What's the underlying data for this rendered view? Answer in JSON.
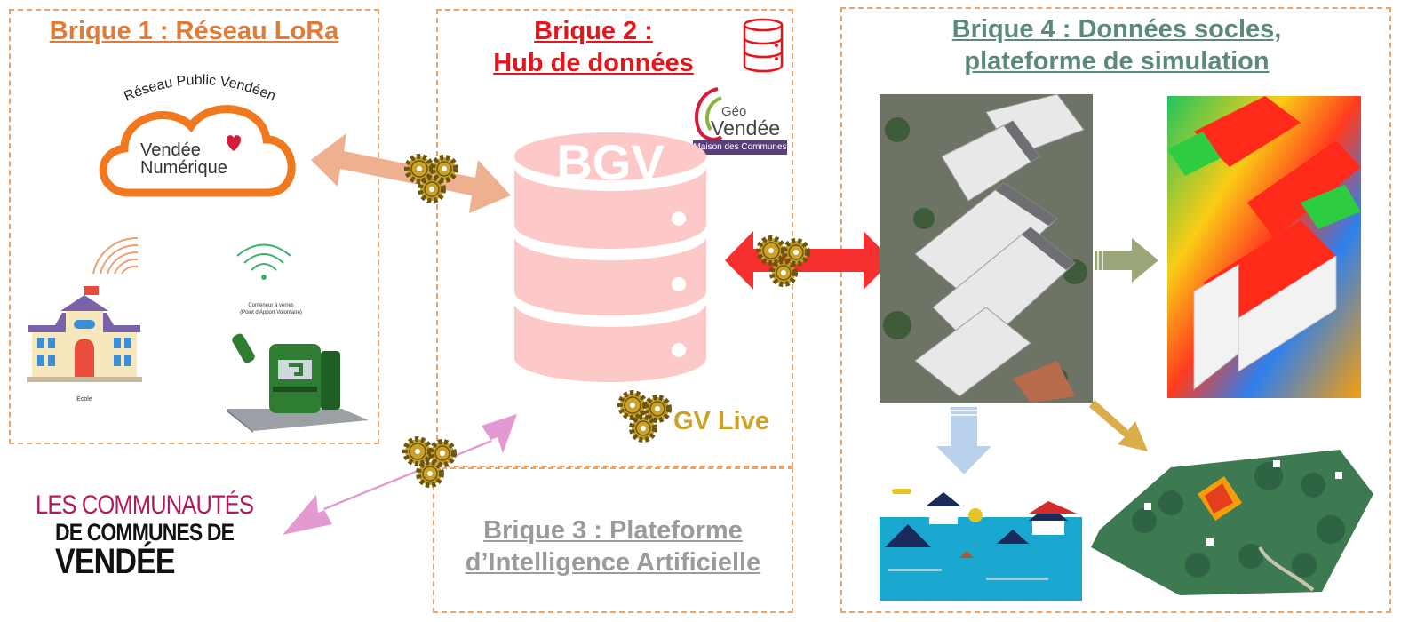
{
  "brick1": {
    "title": "Brique 1 : Réseau LoRa",
    "arc_text": "Réseau Public Vendéen",
    "logo_line1": "Vendée",
    "logo_line2": "Numérique",
    "school_caption": "Ecole",
    "container_caption_line1": "Conteneur à verres",
    "container_caption_line2": "(Point d'Apport Volontaire)"
  },
  "brick2": {
    "title_line1": "Brique 2 :",
    "title_line2": "Hub de données",
    "db_label": "BGV",
    "geo_logo_line1": "Géo",
    "geo_logo_line2": "Vendée",
    "geo_logo_line3": "Maison des Communes",
    "live_label": "GV Live"
  },
  "brick3": {
    "title_line1": "Brique 3 : Plateforme",
    "title_line2": "d’Intelligence Artificielle"
  },
  "brick4": {
    "title_line1": "Brique 4 : Données socles,",
    "title_line2": "plateforme de simulation"
  },
  "communautes": {
    "line1": "LES COMMUNAUTÉS",
    "line2": "DE COMMUNES DE",
    "line3": "VENDÉE"
  },
  "colors": {
    "brick1_title": "#e07b39",
    "brick2_title": "#e8141c",
    "brick3_title": "#9b9b9b",
    "brick4_title": "#5b8a77",
    "live_label": "#c9a227",
    "box_border": "#e9a46b",
    "arrow_lora": "#eeb08f",
    "arrow_bgv": "#f5302f",
    "arrow_cc": "#e39ad0",
    "db_fill": "#fdc8c8",
    "gear": "#c9a227"
  }
}
